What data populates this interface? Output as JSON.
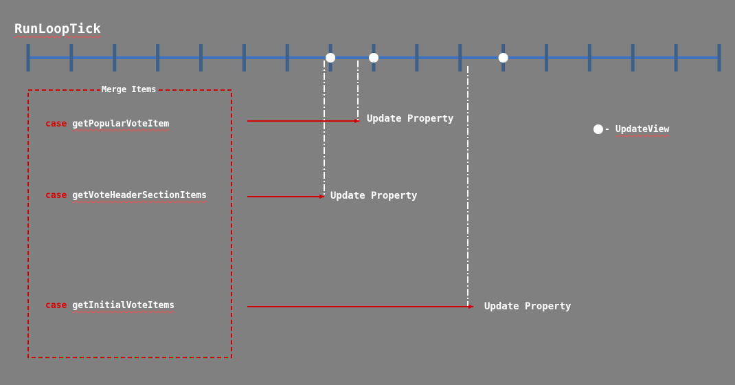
{
  "title": "RunLoopTick",
  "group_label": "Merge Items",
  "case_keyword": "case",
  "cases": [
    {
      "name": "getPopularVoteItem",
      "result": "Update Property"
    },
    {
      "name": "getVoteHeaderSectionItems",
      "result": "Update Property"
    },
    {
      "name": "getInitialVoteItems",
      "result": "Update Property"
    }
  ],
  "legend": {
    "label": "UpdateView",
    "separator": "-"
  },
  "timeline": {
    "tick_count": 17,
    "update_view_ticks": [
      7,
      8,
      11
    ]
  },
  "colors": {
    "background": "#808080",
    "timeline": "#3f72c0",
    "tick": "#3d6088",
    "arrow": "#d40000",
    "group_border": "#d40000",
    "dot": "#ffffff"
  }
}
